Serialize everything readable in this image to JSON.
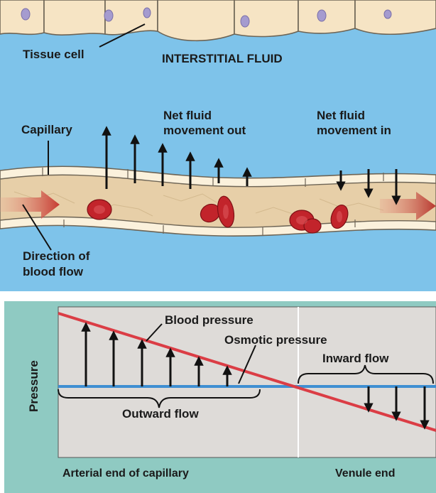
{
  "colors": {
    "fluid": "#7ec3ea",
    "tissue": "#f6e4c4",
    "nucleus": "#a59bcf",
    "vessel": "#f3e4c9",
    "vessel_inner": "#e7cfa8",
    "rbc": "#c2242b",
    "flow_arrow": "#c63a31",
    "graph_bg": "#dedbd8",
    "graph_frame": "#8fcac2",
    "blood_pressure": "#db3d45",
    "osmotic_pressure": "#3f8fd2"
  },
  "top": {
    "tissue_cell": "Tissue cell",
    "interstitial_fluid": "INTERSTITIAL FLUID",
    "capillary": "Capillary",
    "net_out_line1": "Net fluid",
    "net_out_line2": "movement out",
    "net_in_line1": "Net fluid",
    "net_in_line2": "movement in",
    "direction_line1": "Direction of",
    "direction_line2": "blood flow"
  },
  "graph": {
    "y_axis": "Pressure",
    "blood_pressure": "Blood pressure",
    "osmotic_pressure": "Osmotic pressure",
    "inward_flow": "Inward flow",
    "outward_flow": "Outward flow",
    "arterial_end": "Arterial end of capillary",
    "venule_end": "Venule end"
  }
}
